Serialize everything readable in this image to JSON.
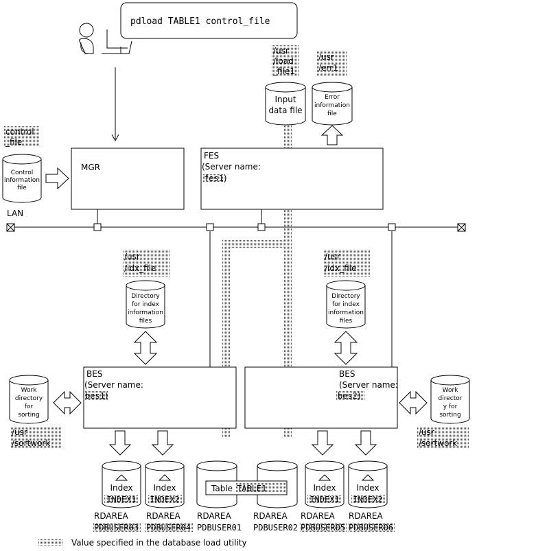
{
  "command": "pdload TABLE1 control_file",
  "lan_label": "LAN",
  "servers": {
    "mgr": "MGR",
    "fes_title": "FES",
    "fes_label": "(Server name:",
    "fes_name": "fes1",
    "bes1_title": "BES",
    "bes1_label": "(Server name:",
    "bes1_name": "bes1",
    "bes2_title": "BES",
    "bes2_label": "(Server name:",
    "bes2_name": "bes2",
    "close_paren": ")"
  },
  "paths": {
    "load_file": [
      "/usr",
      "/load",
      "_file1"
    ],
    "err_file": [
      "/usr",
      "/err1"
    ],
    "control_file": [
      "control",
      "_file"
    ],
    "idx_file_1": [
      "/usr",
      "/idx_file"
    ],
    "idx_file_2": [
      "/usr",
      "/idx_file"
    ],
    "sortwork_1": [
      "/usr",
      "/sortwork"
    ],
    "sortwork_2": [
      "/usr",
      "/sortwork"
    ]
  },
  "files": {
    "input": [
      "Input",
      "data file"
    ],
    "error": [
      "Error",
      "information",
      "file"
    ],
    "control": [
      "Control",
      "information",
      "file"
    ],
    "idx_dir_1": [
      "Directory",
      "for index",
      "information",
      "files"
    ],
    "idx_dir_2": [
      "Directory",
      "for index",
      "information",
      "files"
    ],
    "work_1": [
      "Work",
      "directory",
      "for",
      "sorting"
    ],
    "work_2": [
      "Work",
      "director",
      "y for",
      "sorting"
    ]
  },
  "storage": {
    "index_label": "Index",
    "index_names": [
      "INDEX1",
      "INDEX2",
      "INDEX1",
      "INDEX2"
    ],
    "table_label": "Table",
    "table_name": "TABLE1",
    "rdarea_label": "RDAREA",
    "rdareas": [
      "PDBUSER03",
      "PDBUSER04",
      "PDBUSER01",
      "PDBUSER02",
      "PDBUSER05",
      "PDBUSER06"
    ]
  },
  "legend": "Value specified in the database load utility"
}
